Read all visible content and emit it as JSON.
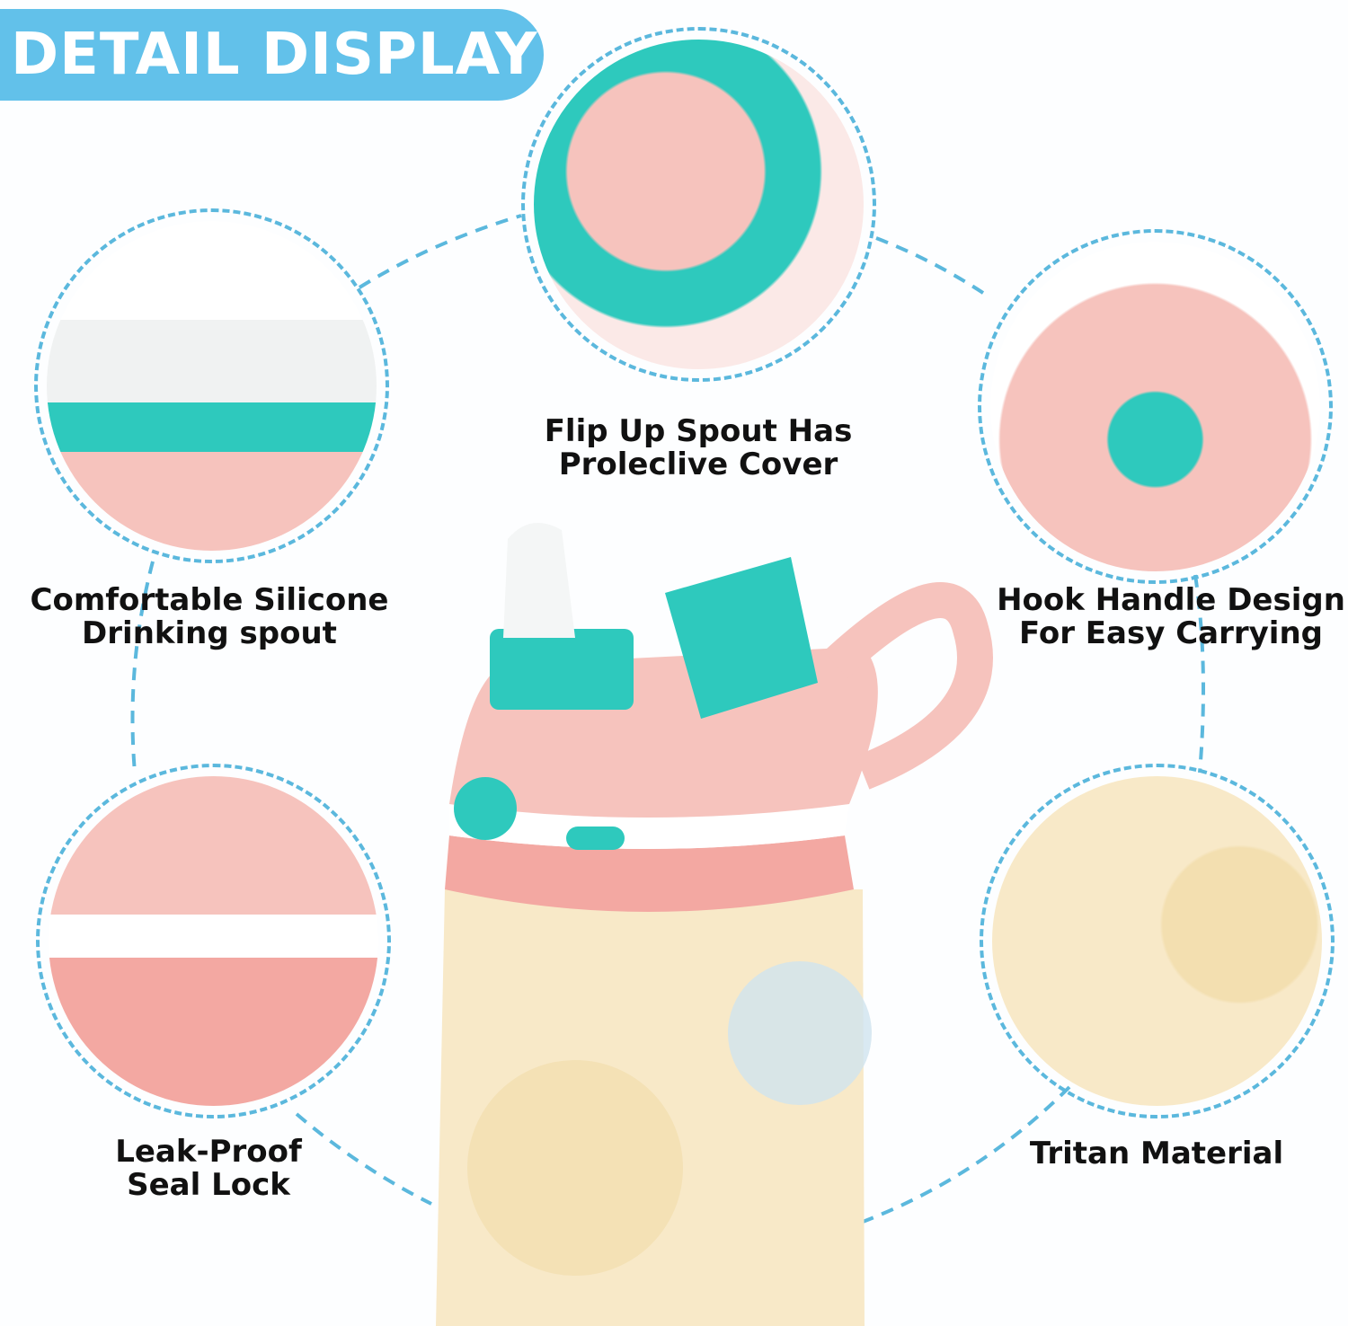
{
  "header": {
    "title": "DETAIL DISPLAY"
  },
  "features": [
    {
      "line1": "Flip Up Spout Has",
      "line2": "Proleclive Cover"
    },
    {
      "line1": "Comfortable Silicone",
      "line2": "Drinking spout"
    },
    {
      "line1": "Hook Handle Design",
      "line2": "For Easy Carrying"
    },
    {
      "line1": "Leak-Proof",
      "line2": "Seal Lock"
    },
    {
      "line1": "Tritan Material",
      "line2": ""
    }
  ],
  "colors": {
    "accent": "#62c1ea",
    "pink": "#f6c3bd",
    "teal": "#2ec9bd",
    "cream": "#f8e9c8"
  }
}
